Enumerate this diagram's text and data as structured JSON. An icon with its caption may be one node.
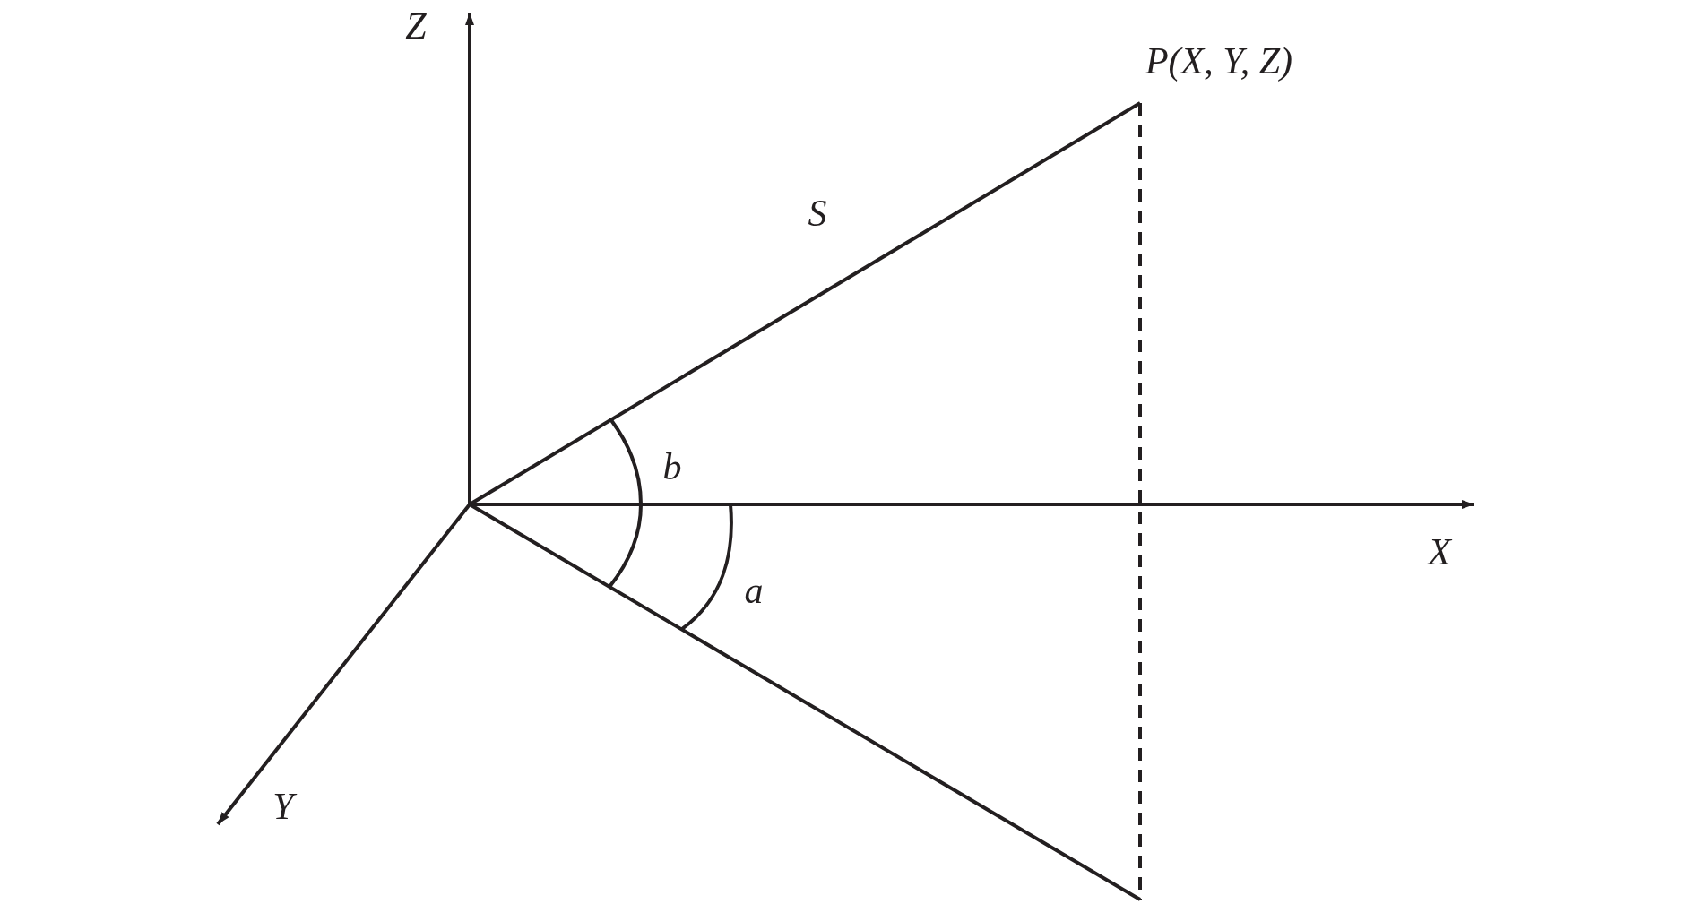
{
  "diagram": {
    "labels": [
      "Z",
      "P(X, Y, Z)",
      "S",
      "b",
      "X",
      "a",
      "Y"
    ]
  }
}
